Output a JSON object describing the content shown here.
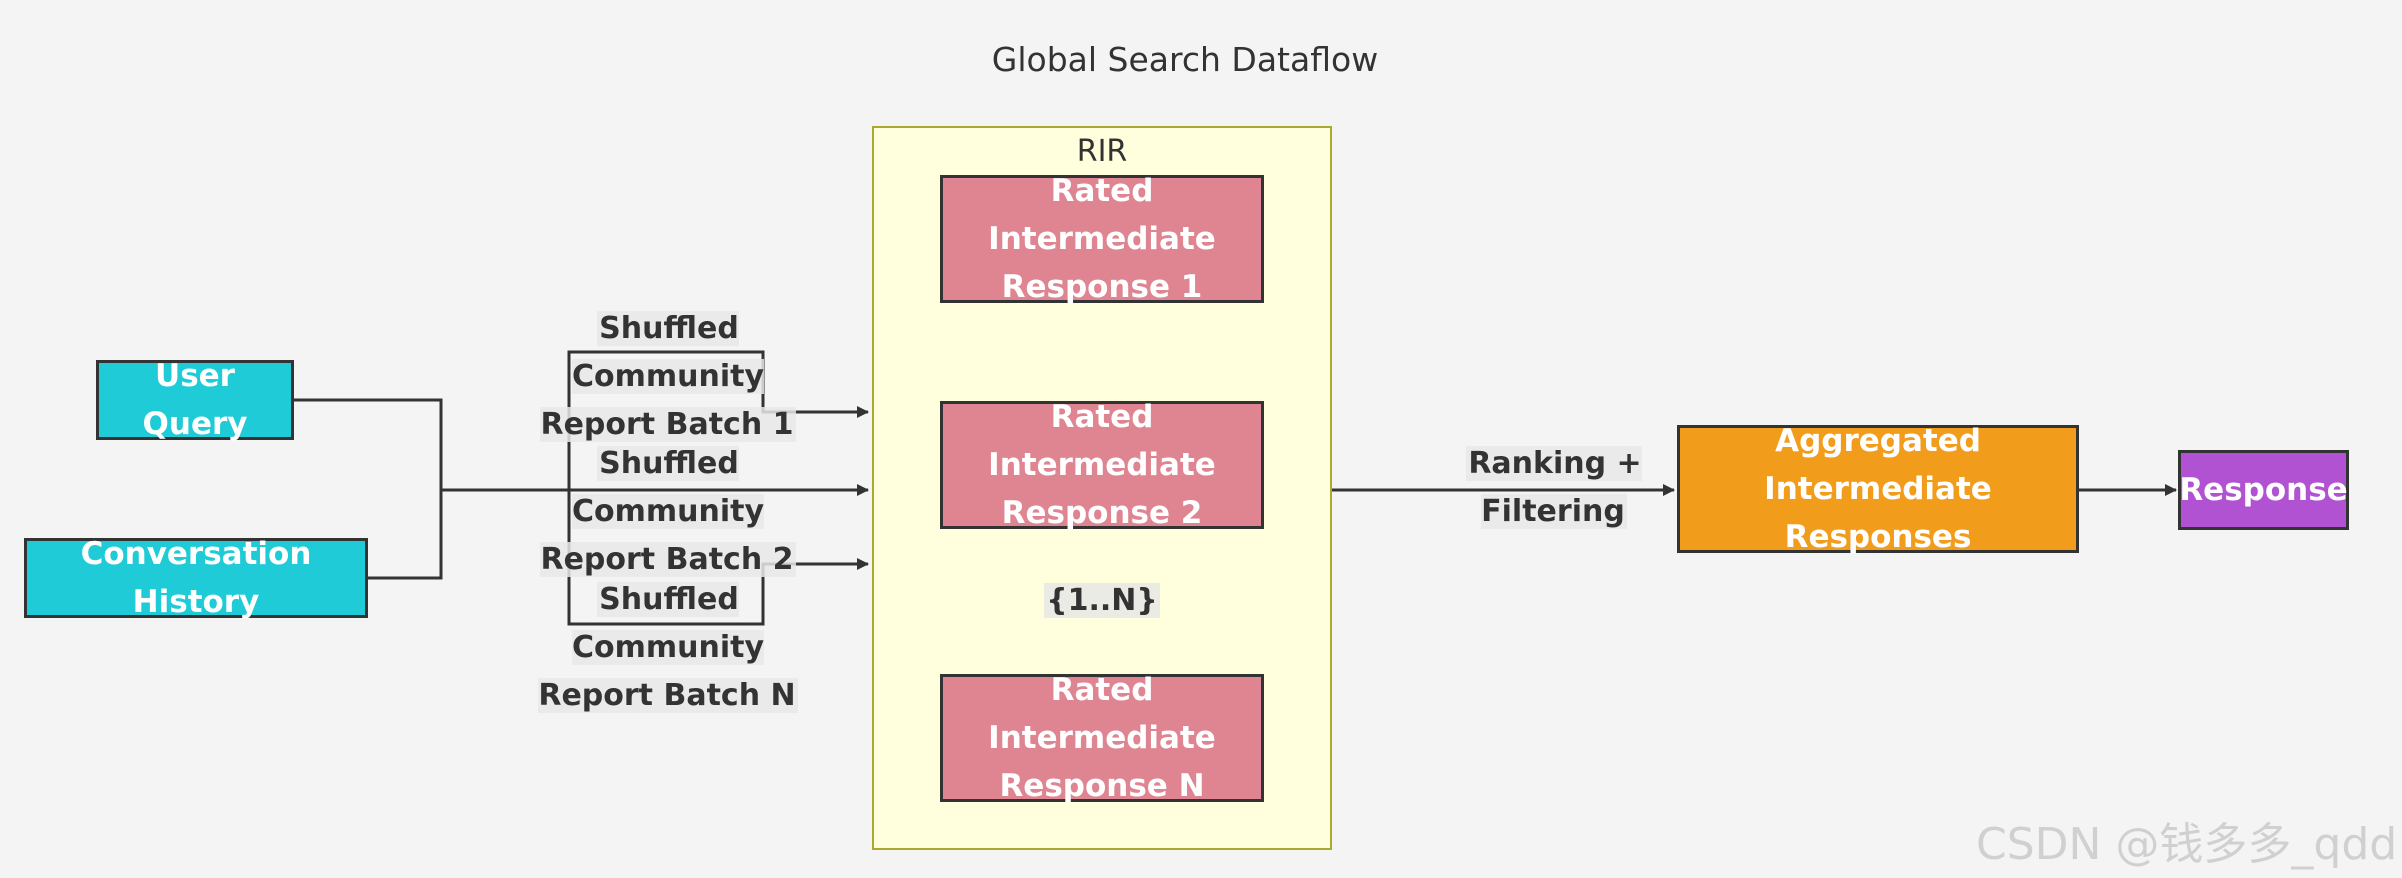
{
  "title": "Global Search Dataflow",
  "cluster": {
    "label": "RIR"
  },
  "nodes": {
    "user_query": "User Query",
    "conversation_history": "Conversation History",
    "rir1": "Rated Intermediate\nResponse 1",
    "rir2": "Rated Intermediate\nResponse 2",
    "rirn": "Rated Intermediate\nResponse N",
    "aggregated": "Aggregated Intermediate\nResponses",
    "response": "Response"
  },
  "edges": {
    "batch1": "Shuffled Community\nReport Batch 1",
    "batch2": "Shuffled Community\nReport Batch 2",
    "batchn": "Shuffled Community\nReport Batch N",
    "repeat": "{1..N}",
    "ranking": "Ranking +\nFiltering"
  },
  "colors": {
    "input_node": "#1ecbd6",
    "rir_node": "#de8591",
    "aggregated_node": "#f29c1b",
    "response_node": "#b052d1",
    "cluster_fill": "#ffffde",
    "cluster_border": "#aaaa33"
  },
  "watermark": "CSDN @钱多多_qdd"
}
